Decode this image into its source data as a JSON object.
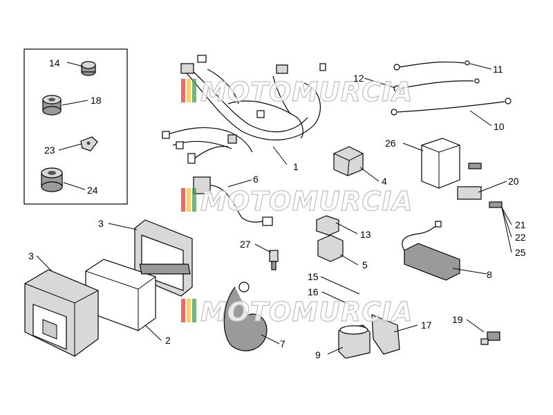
{
  "callouts": [
    {
      "id": "c1",
      "text": "1"
    },
    {
      "id": "c2",
      "text": "2"
    },
    {
      "id": "c3a",
      "text": "3"
    },
    {
      "id": "c3b",
      "text": "3"
    },
    {
      "id": "c4",
      "text": "4"
    },
    {
      "id": "c5",
      "text": "5"
    },
    {
      "id": "c6",
      "text": "6"
    },
    {
      "id": "c7",
      "text": "7"
    },
    {
      "id": "c8",
      "text": "8"
    },
    {
      "id": "c9",
      "text": "9"
    },
    {
      "id": "c10",
      "text": "10"
    },
    {
      "id": "c11",
      "text": "11"
    },
    {
      "id": "c12",
      "text": "12"
    },
    {
      "id": "c13",
      "text": "13"
    },
    {
      "id": "c14",
      "text": "14"
    },
    {
      "id": "c15",
      "text": "15"
    },
    {
      "id": "c16",
      "text": "16"
    },
    {
      "id": "c17",
      "text": "17"
    },
    {
      "id": "c18",
      "text": "18"
    },
    {
      "id": "c19",
      "text": "19"
    },
    {
      "id": "c20",
      "text": "20"
    },
    {
      "id": "c21",
      "text": "21"
    },
    {
      "id": "c22",
      "text": "22"
    },
    {
      "id": "c23",
      "text": "23"
    },
    {
      "id": "c24",
      "text": "24"
    },
    {
      "id": "c25",
      "text": "25"
    },
    {
      "id": "c26",
      "text": "26"
    },
    {
      "id": "c27",
      "text": "27"
    }
  ],
  "watermark": {
    "text": "MOTOMURCIA",
    "colors": [
      "#e53935",
      "#fbc02d",
      "#43a047"
    ]
  }
}
